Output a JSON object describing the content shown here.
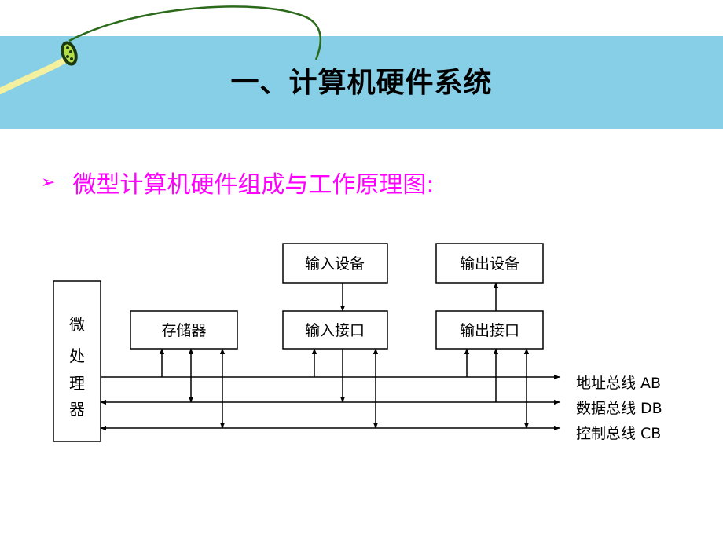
{
  "slide": {
    "title": "一、计算机硬件系统",
    "subtitle": "微型计算机硬件组成与工作原理图:",
    "band_color": "#87cfe6",
    "subtitle_color": "#ff00ff",
    "bullet_icon": "arrowhead-bullet"
  },
  "diagram": {
    "cpu_label": [
      "微",
      "处",
      "理",
      "器"
    ],
    "boxes": {
      "memory": "存储器",
      "input_device": "输入设备",
      "input_interface": "输入接口",
      "output_device": "输出设备",
      "output_interface": "输出接口"
    },
    "buses": {
      "address": "地址总线 AB",
      "data": "数据总线 DB",
      "control": "控制总线 CB"
    }
  }
}
